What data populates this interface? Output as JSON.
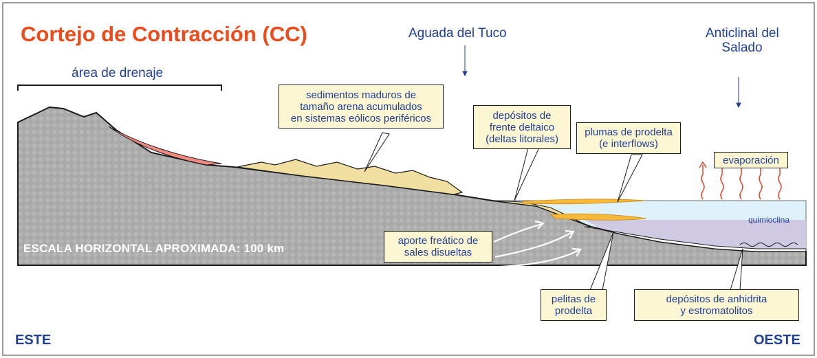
{
  "title": "Cortejo de Contracción (CC)",
  "locations": {
    "aguada": "Aguada del Tuco",
    "anticlinal_line1": "Anticlinal del",
    "anticlinal_line2": "Salado"
  },
  "drainage_label": "área de drenaje",
  "scale_note": "ESCALA HORIZONTAL APROXIMADA: 100 km",
  "callouts": {
    "sedimentos": [
      "sedimentos maduros de",
      "tamaño arena acumulados",
      "en sistemas eólicos periféricos"
    ],
    "depositos_frente": [
      "depósitos de",
      "frente deltaico",
      "(deltas litorales)"
    ],
    "plumas": [
      "plumas de prodelta",
      "(e interflows)"
    ],
    "evaporacion": [
      "evaporación"
    ],
    "aporte": [
      "aporte freático de",
      "sales disueltas"
    ],
    "pelitas": [
      "pelitas de",
      "prodelta"
    ],
    "anhidrita": [
      "depósitos de anhidrita",
      "y estromatolitos"
    ]
  },
  "water_label": "quimioclina",
  "directions": {
    "left": "ESTE",
    "right": "OESTE"
  },
  "colors": {
    "title": "#ec4b1c",
    "label_blue": "#1f3f95",
    "ground": "#a9a9a9",
    "callout_bg": "#fdf6d3",
    "sand": "#f0dfa0",
    "orange": "#f6b93b",
    "red_slope": "#f08a80",
    "water": "#dff2fb",
    "deep_water": "#cfc9e3",
    "evaporation": "#e0452a"
  }
}
